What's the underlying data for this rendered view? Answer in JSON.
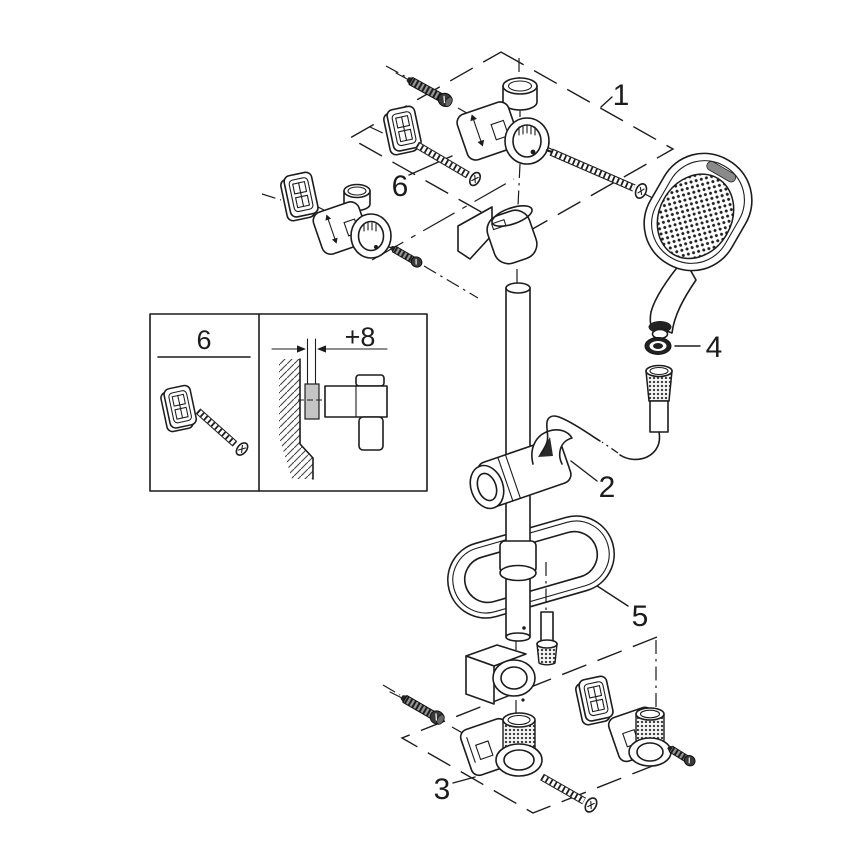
{
  "colors": {
    "line": "#1c1c1c",
    "background": "#ffffff",
    "spacer_gray": "#c4c4c4",
    "logo_gray": "#8a8a8a"
  },
  "callouts": {
    "c1": "1",
    "c2": "2",
    "c3": "3",
    "c4": "4",
    "c5": "5",
    "c6": "6"
  },
  "inset": {
    "label": "6",
    "dimension": "+8"
  }
}
